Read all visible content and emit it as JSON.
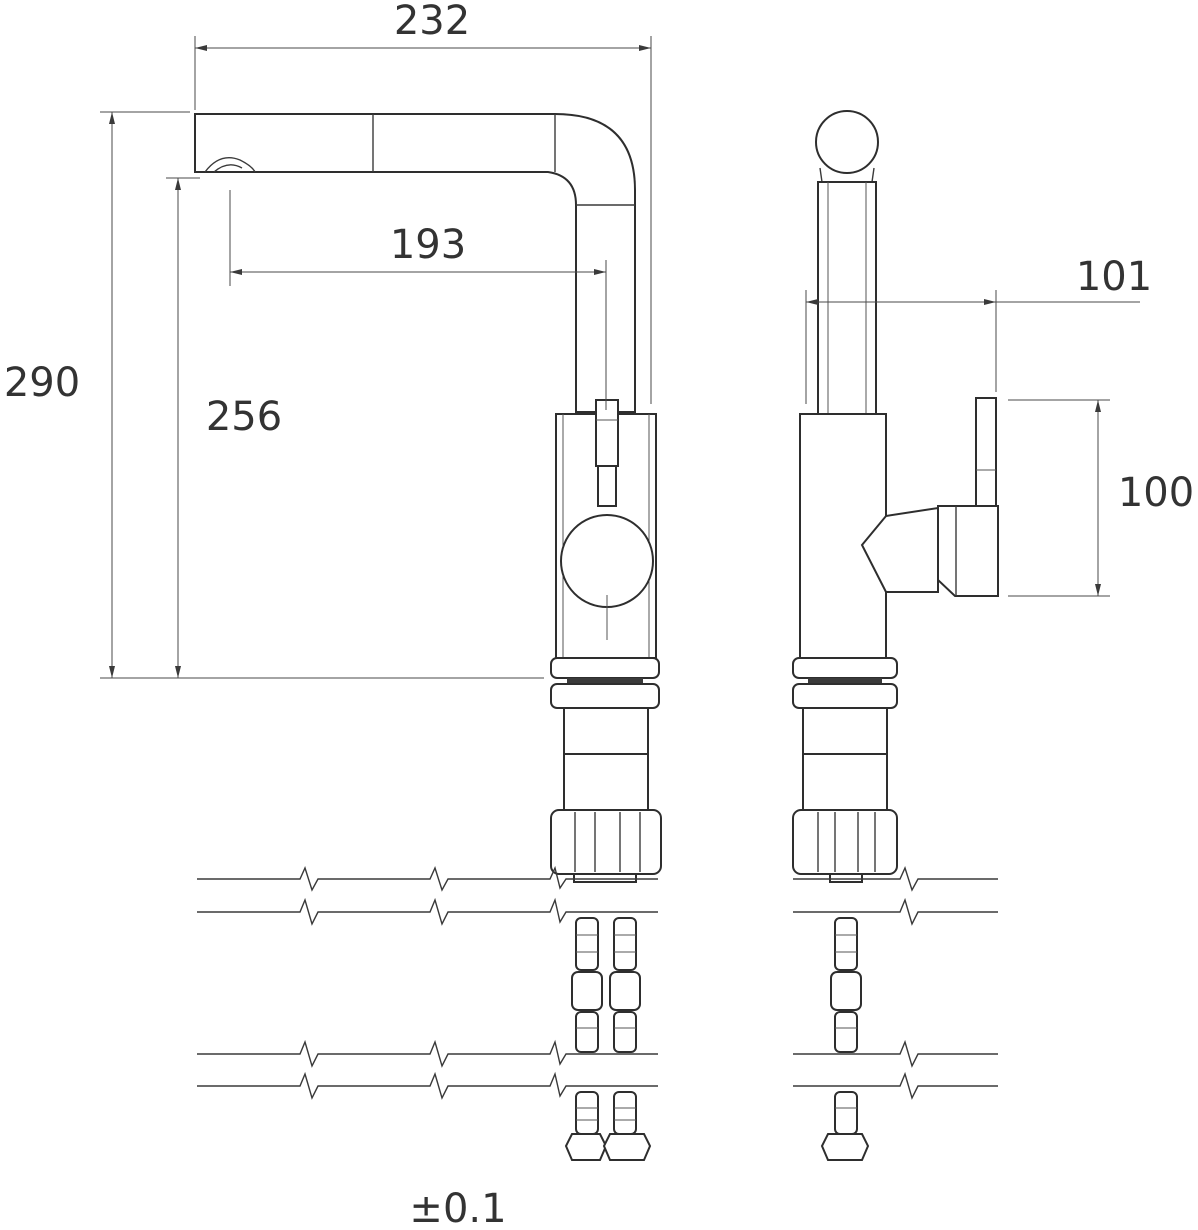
{
  "dimensions": {
    "width_top": "232",
    "reach": "193",
    "height_total": "290",
    "height_spout": "256",
    "handle_offset": "101",
    "handle_height": "100",
    "tolerance": "±0.1"
  },
  "colors": {
    "line": "#3a3a3a",
    "background": "#ffffff"
  }
}
